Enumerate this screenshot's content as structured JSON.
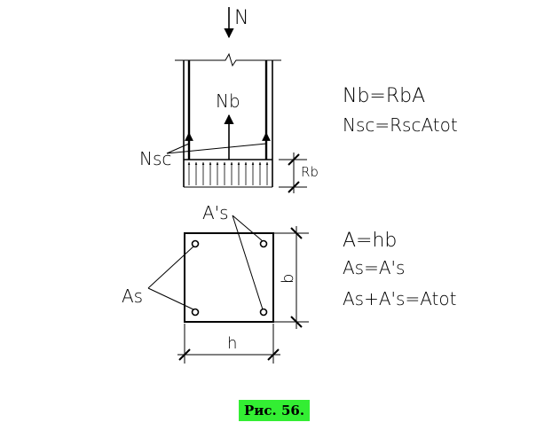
{
  "top": {
    "force_n": "N",
    "force_nb": "Nb",
    "force_nsc": "Nsc",
    "stress_rb": "Rb",
    "formula_1": "Nb=RbA",
    "formula_2": "Nsc=RscAtot"
  },
  "section": {
    "label_as_top": "A's",
    "label_as_left": "As",
    "dim_h": "h",
    "dim_b": "b",
    "formula_1": "A=hb",
    "formula_2": "As=A's",
    "formula_3": "As+A's=Atot"
  },
  "caption": "Рис. 56."
}
